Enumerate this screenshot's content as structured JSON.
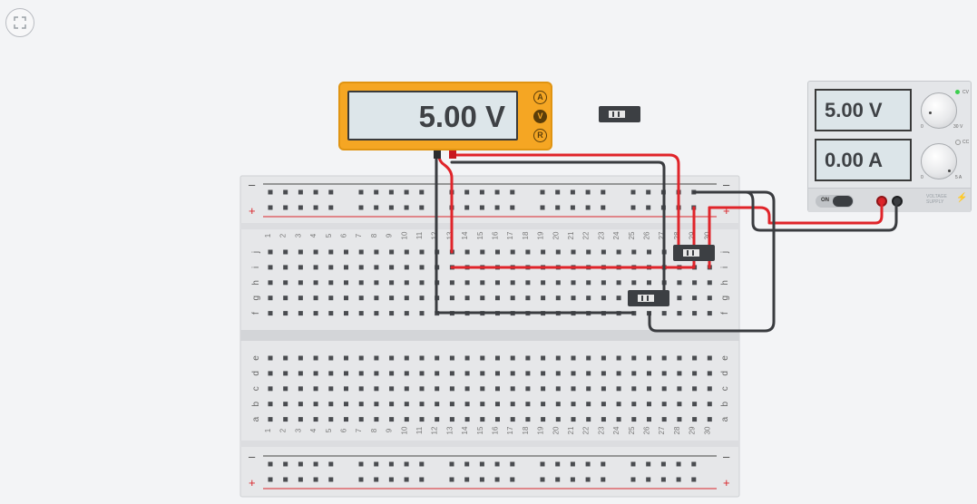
{
  "toolbar": {
    "fit_view_label": ""
  },
  "multimeter": {
    "reading": "5.00 V",
    "modes": [
      "A",
      "V",
      "R"
    ],
    "active_mode": "V",
    "body_color": "#f5a623"
  },
  "power_supply": {
    "voltage_display": "5.00 V",
    "current_display": "0.00 A",
    "voltage_knob": {
      "min_label": "0",
      "max_label": "30 V"
    },
    "current_knob": {
      "min_label": "0",
      "max_label": "5 A"
    },
    "mode_indicators": [
      "CC",
      "CV"
    ],
    "power_switch_label": "ON",
    "brand_line1": "VOLTAGE",
    "brand_line2": "SUPPLY"
  },
  "breadboard": {
    "columns": [
      "1",
      "2",
      "3",
      "4",
      "5",
      "6",
      "7",
      "8",
      "9",
      "10",
      "11",
      "12",
      "13",
      "14",
      "15",
      "16",
      "17",
      "18",
      "19",
      "20",
      "21",
      "22",
      "23",
      "24",
      "25",
      "26",
      "27",
      "28",
      "29",
      "30"
    ],
    "top_rows": [
      "j",
      "i",
      "h",
      "g",
      "f"
    ],
    "bottom_rows": [
      "e",
      "d",
      "c",
      "b",
      "a"
    ],
    "rail_minus": "–",
    "rail_plus": "+"
  },
  "colors": {
    "wire_red": "#e0242a",
    "wire_black": "#3a3c40",
    "rail_red_line": "#d9262b",
    "rail_black_line": "#444444",
    "board": "#e6e7e9"
  }
}
